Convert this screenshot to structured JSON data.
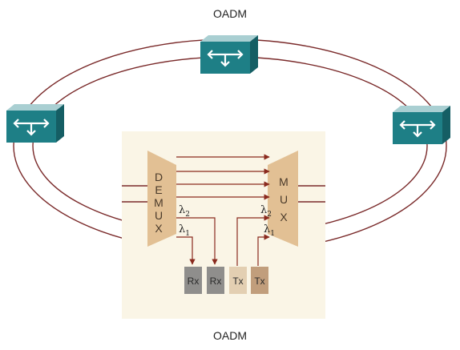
{
  "labels": {
    "top_node": "OADM",
    "bottom_node": "OADM"
  },
  "demux": {
    "letters": [
      "D",
      "E",
      "M",
      "U",
      "X"
    ]
  },
  "mux": {
    "letters": [
      "M",
      "U",
      "X"
    ]
  },
  "wavelengths": {
    "symbol": "λ",
    "drop": [
      {
        "sub": "2"
      },
      {
        "sub": "1"
      }
    ],
    "add": [
      {
        "sub": "2"
      },
      {
        "sub": "1"
      }
    ]
  },
  "terminals": [
    "Rx",
    "Rx",
    "Tx",
    "Tx"
  ],
  "colors": {
    "ring": "#7a2a2a",
    "node_body": "#1e7f86",
    "node_top": "#a9cfd2",
    "panel": "#faf5e6",
    "mux_fill": "#e2c094",
    "arrow": "#8a2a1e",
    "rx_box": "#8f8e8c",
    "tx1_box": "#e3cfb2",
    "tx2_box": "#c19e7c"
  },
  "icons": {
    "node": "bidirectional-drop-arrow-icon"
  }
}
